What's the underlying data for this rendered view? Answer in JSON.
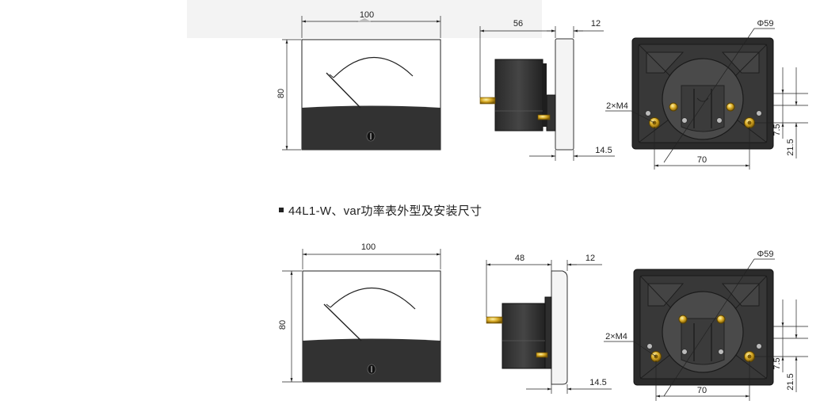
{
  "caption": "44L1-W、var功率表外型及安装尺寸",
  "top": {
    "front_width": "100",
    "front_height": "80",
    "side_depth": "56",
    "side_flange": "12",
    "side_bottom": "14.5",
    "rear_diameter": "Φ59",
    "rear_screws": "2×M4",
    "rear_spacing": "70",
    "rear_v1": "7.5",
    "rear_v2": "21.5"
  },
  "bottom": {
    "front_width": "100",
    "front_height": "80",
    "side_depth": "48",
    "side_flange": "12",
    "side_bottom": "14.5",
    "rear_diameter": "Φ59",
    "rear_screws": "2×M4",
    "rear_spacing": "70",
    "rear_v1": "7.5",
    "rear_v2": "21.5"
  }
}
